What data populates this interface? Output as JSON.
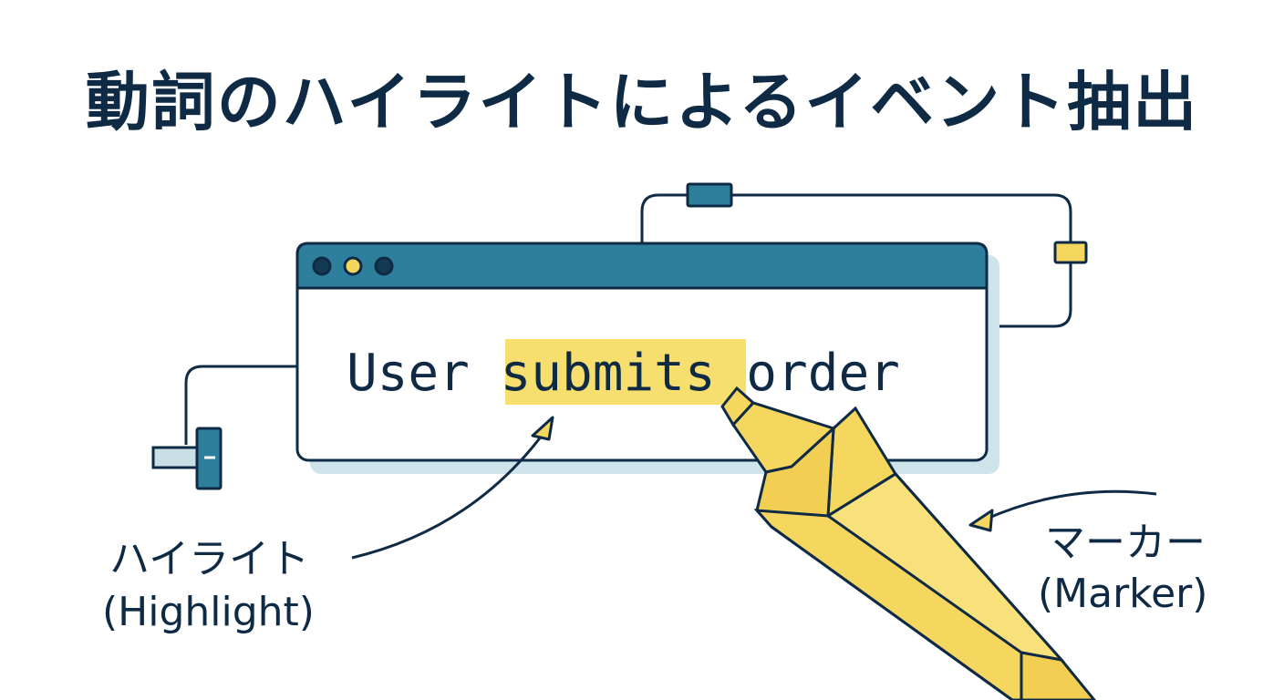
{
  "title": "動詞のハイライトによるイベント抽出",
  "window": {
    "dot_colors": [
      "#123a52",
      "#f3d65a",
      "#123a52"
    ],
    "title_bar_color": "#2e7f9c"
  },
  "sentence": {
    "before": "User ",
    "highlight": "submits",
    "after": " order"
  },
  "labels": {
    "highlight_ja": "ハイライト",
    "highlight_en": "(Highlight)",
    "marker_ja": "マーカー",
    "marker_en": "(Marker)"
  },
  "colors": {
    "ink": "#0f2a45",
    "accent_blue": "#2e7f9c",
    "highlight_yellow": "#f6df6e",
    "marker_yellow": "#f5d65e",
    "shadow": "#cfe3ea"
  }
}
